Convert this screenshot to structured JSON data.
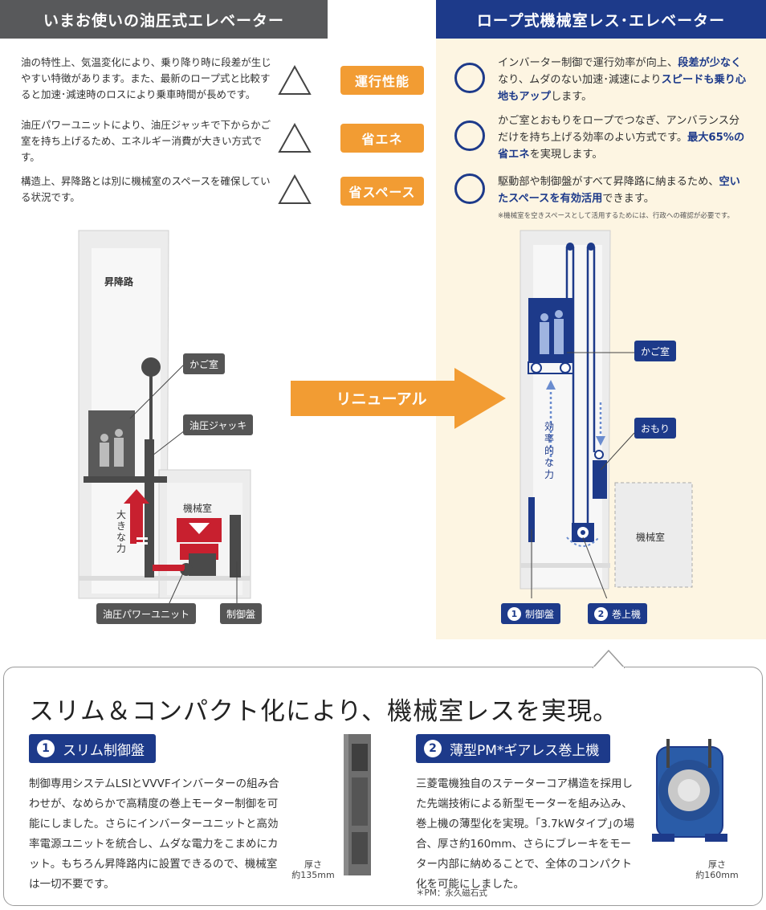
{
  "left": {
    "title": "いまお使いの油圧式エレベーター",
    "rows": [
      {
        "text": "油の特性上、気温変化により、乗り降り時に段差が生じやすい特徴があります。また、最新のロープ式と比較すると加速･減速時のロスにより乗車時間が長めです。"
      },
      {
        "text": "油圧パワーユニットにより、油圧ジャッキで下からかご室を持ち上げるため、エネルギー消費が大きい方式です。"
      },
      {
        "text": "構造上、昇降路とは別に機械室のスペースを確保している状況です。"
      }
    ],
    "diagram": {
      "shaft": "昇降路",
      "car": "かご室",
      "jack": "油圧ジャッキ",
      "machine_room": "機械室",
      "force": "大きな力",
      "power_unit": "油圧パワーユニット",
      "control": "制御盤"
    }
  },
  "badges": [
    "運行性能",
    "省エネ",
    "省スペース"
  ],
  "arrow_label": "リニューアル",
  "right": {
    "title": "ロープ式機械室レス･エレベーター",
    "rows": [
      {
        "p1": "インバーター制御で運行効率が向上、",
        "b1": "段差が少なく",
        "p2": "なり、ムダのない加速･減速により",
        "b2": "スピードも乗り心地もアップ",
        "p3": "します。"
      },
      {
        "p1": "かご室とおもりをロープでつなぎ、アンバランス分だけを持ち上げる効率のよい方式です。",
        "b1": "最大65%の省エネ",
        "p2": "を実現します。"
      },
      {
        "p1": "駆動部や制御盤がすべて昇降路に納まるため、",
        "b1": "空いたスペースを有効活用",
        "p2": "できます。"
      }
    ],
    "note": "※機械室を空きスペースとして活用するためには、行政への確認が必要です。",
    "diagram": {
      "car": "かご室",
      "weight": "おもり",
      "efficient": "効率的な力",
      "machine_room": "機械室",
      "control": "制御盤",
      "control_num": "1",
      "hoist": "巻上機",
      "hoist_num": "2"
    }
  },
  "bottom": {
    "title": "スリム＆コンパクト化により、機械室レスを実現。",
    "items": [
      {
        "num": "1",
        "title": "スリム制御盤",
        "text": "制御専用システムLSIとVVVFインバーターの組み合わせが、なめらかで高精度の巻上モーター制御を可能にしました。さらにインバーターユニットと高効率電源ユニットを統合し、ムダな電力をこまめにカット。もちろん昇降路内に設置できるので、機械室は一切不要です。",
        "thick_label": "厚さ",
        "thick_value": "約135mm"
      },
      {
        "num": "2",
        "title": "薄型PM*ギアレス巻上機",
        "text": "三菱電機独自のステーターコア構造を採用した先端技術による新型モーターを組み込み、巻上機の薄型化を実現。｢3.7kWタイプ｣の場合、厚さ約160mm、さらにブレーキをモーター内部に納めることで、全体のコンパクト化を可能にしました。",
        "thick_label": "厚さ",
        "thick_value": "約160mm",
        "footnote": "＊PM：永久磁石式"
      }
    ]
  },
  "colors": {
    "navy": "#1d3a8a",
    "orange": "#f29c33",
    "gray": "#58595b",
    "cream": "#fdf5e2",
    "red": "#c8202f"
  }
}
